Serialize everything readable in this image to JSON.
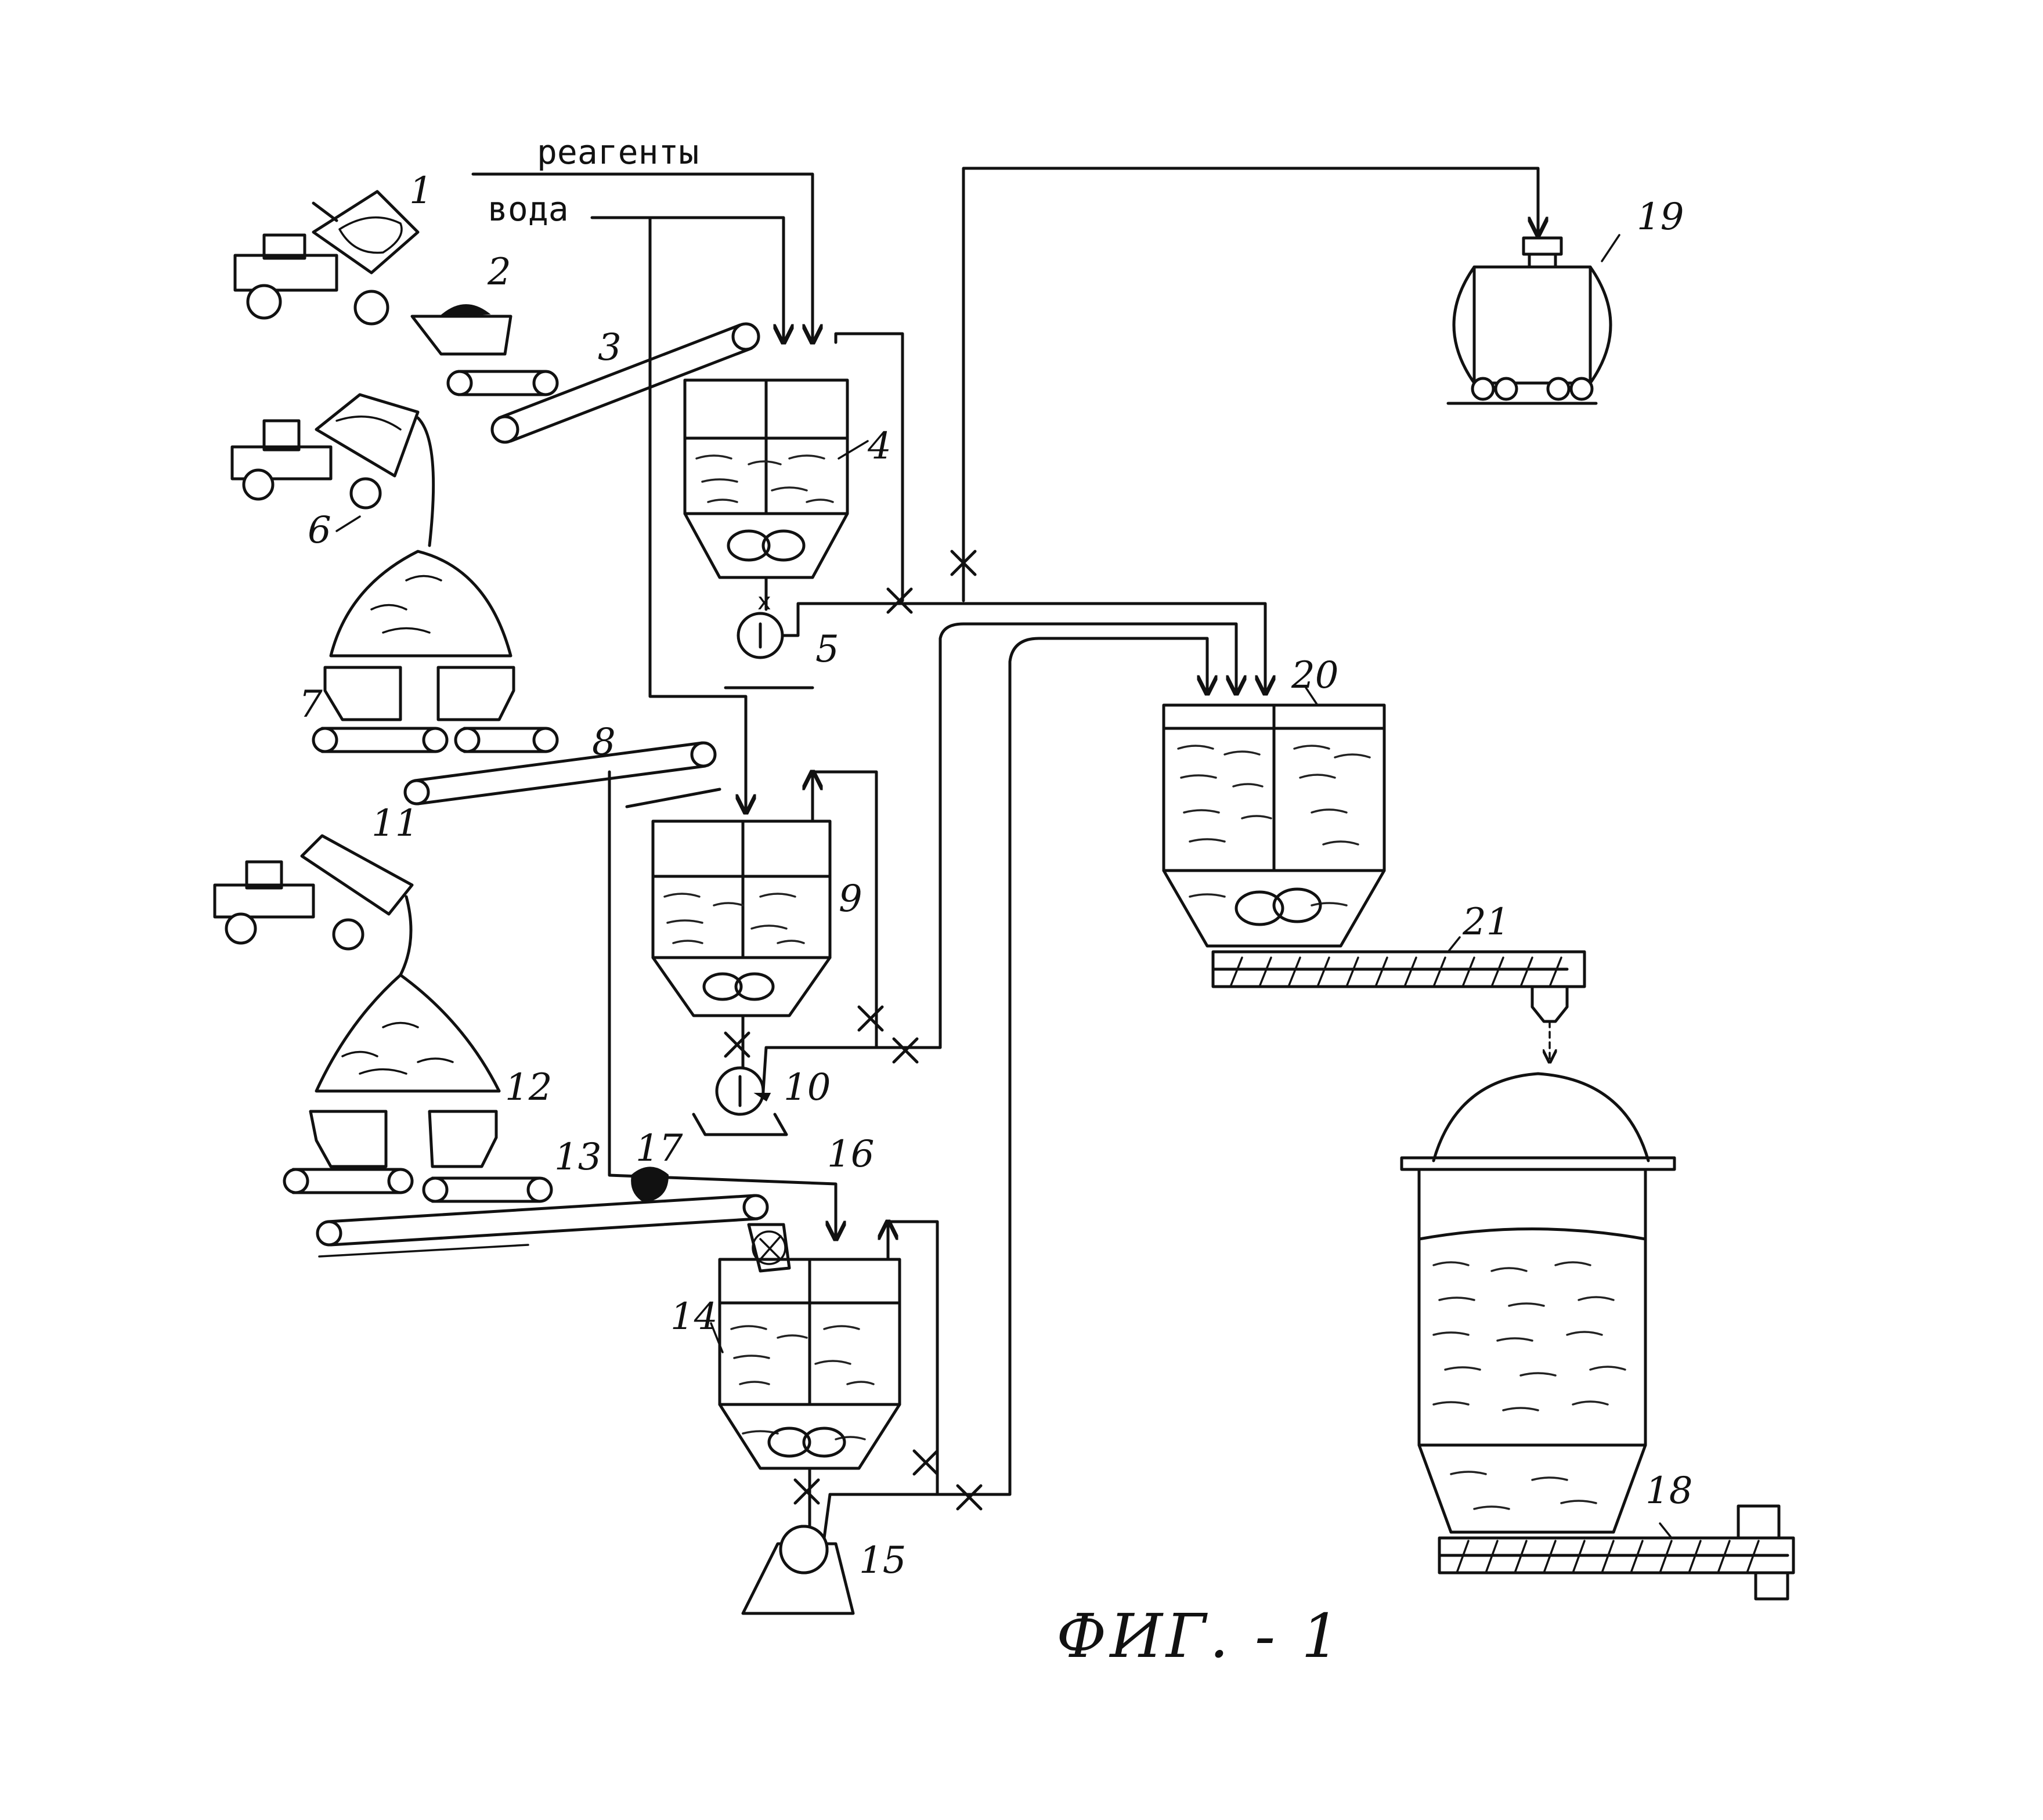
{
  "labels": {
    "reagents": "реагенты",
    "water": "вода",
    "figure_caption": "ФИГ. - 1"
  },
  "numbers": {
    "n1": "1",
    "n2": "2",
    "n3": "3",
    "n4": "4",
    "n5": "5",
    "n6": "6",
    "n7": "7",
    "n8": "8",
    "n9": "9",
    "n10": "10",
    "n11": "11",
    "n12": "12",
    "n13": "13",
    "n14": "14",
    "n15": "15",
    "n16": "16",
    "n17": "17",
    "n18": "18",
    "n19": "19",
    "n20": "20",
    "n21": "21"
  }
}
